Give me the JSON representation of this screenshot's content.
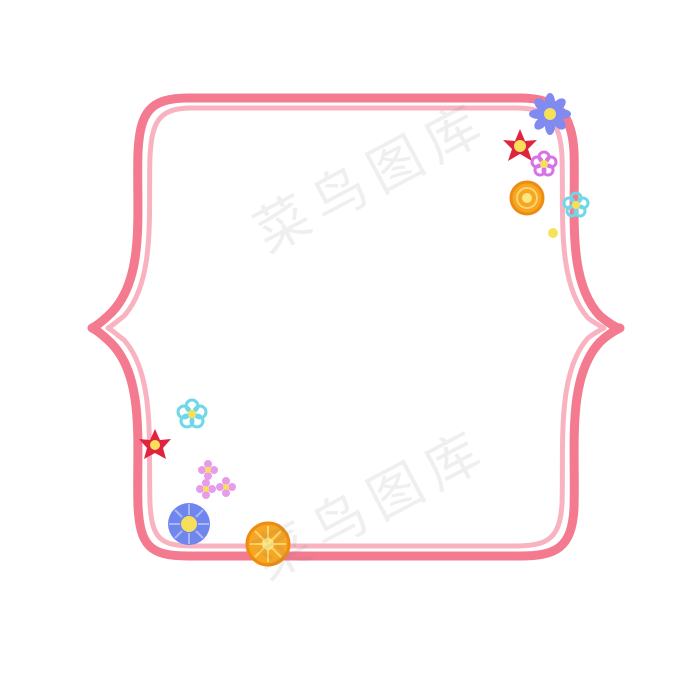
{
  "watermark": {
    "text_1": "菜鸟图库",
    "text_2": "菜鸟图库"
  },
  "colors": {
    "frame_outer": "#f47a8f",
    "frame_inner": "#f9b3c0",
    "background": "#ffffff"
  },
  "decorations": {
    "flowers_top_right": [
      "periwinkle-daisy",
      "red-flower",
      "pink-flower",
      "orange-flower",
      "cyan-flower",
      "yellow-dot"
    ],
    "flowers_bottom_left": [
      "cyan-flower",
      "red-flower",
      "pink-flower-cluster",
      "blue-daisy",
      "orange-flower"
    ]
  }
}
